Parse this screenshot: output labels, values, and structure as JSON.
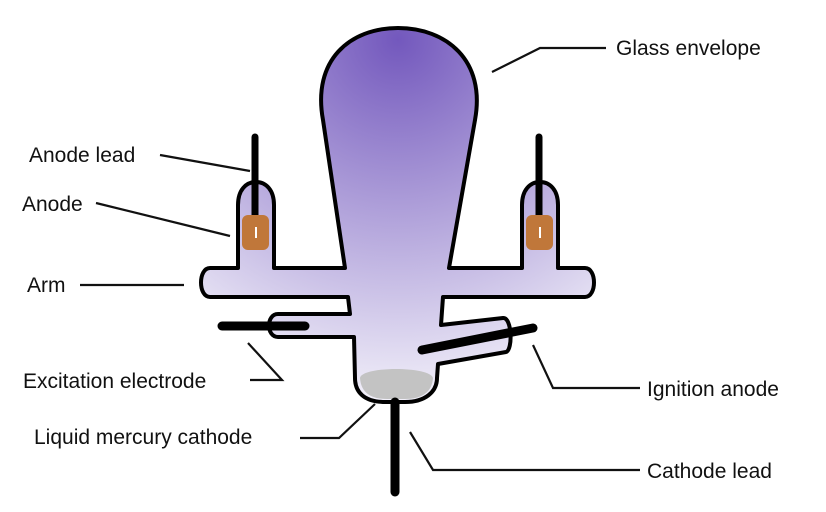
{
  "title": "Mercury arc valve diagram",
  "labels": {
    "glass_envelope": "Glass envelope",
    "anode_lead": "Anode lead",
    "anode": "Anode",
    "arm": "Arm",
    "excitation_electrode": "Excitation electrode",
    "liquid_mercury_cathode": "Liquid mercury cathode",
    "ignition_anode": "Ignition anode",
    "cathode_lead": "Cathode lead"
  },
  "colors": {
    "glass_top": "#7358bd",
    "glass_bottom": "#f1eff9",
    "anode": "#c0773a",
    "mercury": "#c3c3c3",
    "outline": "#000000"
  }
}
